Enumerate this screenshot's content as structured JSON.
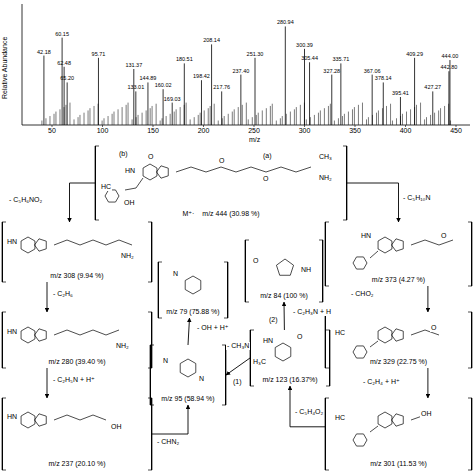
{
  "diagram": {
    "nodes": [
      {
        "text": [
          "M⁺·",
          "m/z 444 (30.98 %)"
        ]
      },
      {
        "text": [
          "m/z 308 (9.94 %)"
        ]
      },
      {
        "text": [
          "m/z 373 (4.27 %)"
        ]
      },
      {
        "text": [
          "m/z 280 (39.40 %)"
        ]
      },
      {
        "text": [
          "m/z 329 (22.75 %)"
        ]
      },
      {
        "text": [
          "m/z 237 (20.10 %)"
        ]
      },
      {
        "text": [
          "m/z 301 (11.53 %)"
        ]
      },
      {
        "text": [
          "m/z 123 (16.37%)"
        ]
      },
      {
        "text": [
          "m/z 84 (100 %)"
        ]
      },
      {
        "text": [
          "m/z 95 (58.94 %)"
        ]
      },
      {
        "text": [
          "m/z 79 (75.88 %)"
        ]
      }
    ],
    "edges": [
      {
        "from": 0,
        "to": 1,
        "arrow": "to",
        "label": "- C₅H₆NO₂"
      },
      {
        "from": 0,
        "to": 2,
        "arrow": "to",
        "label": "- C₅H₁₀N"
      },
      {
        "from": 1,
        "to": 3,
        "arrow": "to",
        "label": "- C₂H₆"
      },
      {
        "from": 2,
        "to": 4,
        "arrow": "to",
        "label": "- CHO₂"
      },
      {
        "from": 3,
        "to": 5,
        "arrow": "to",
        "label": "- C₂H₅N + H⁺"
      },
      {
        "from": 4,
        "to": 6,
        "arrow": "to",
        "label": "- C₂H₄ + H⁺"
      },
      {
        "from": 6,
        "to": 7,
        "arrow": "to",
        "label": "- C₅H₄O₂"
      },
      {
        "from": 7,
        "to": 8,
        "arrow": "to",
        "label": "- C₂H₃N + H"
      },
      {
        "from": 7,
        "to": 9,
        "arrow": "to",
        "label": "- CH₃N"
      },
      {
        "from": 9,
        "to": 10,
        "arrow": "to",
        "label": "- OH + H⁺"
      },
      {
        "from": 5,
        "to": 9,
        "arrow": "to",
        "label": "- CHN₂"
      }
    ],
    "labels": [
      "Relative Abundance",
      "m/z",
      "50",
      "100",
      "150",
      "200",
      "250",
      "300",
      "350",
      "400",
      "450",
      "42.18",
      "60.15",
      "62.48",
      "65.20",
      "95.71",
      "131.37",
      "133.01",
      "144.89",
      "160.02",
      "169.03",
      "180.51",
      "198.42",
      "208.14",
      "217.76",
      "237.40",
      "251.30",
      "280.94",
      "300.39",
      "305.44",
      "327.28",
      "335.71",
      "367.06",
      "378.14",
      "395.41",
      "409.29",
      "427.27",
      "442.80",
      "444.00",
      "(a)",
      "(b)",
      "(1)",
      "(2)",
      "O",
      "HN",
      "O",
      "O",
      "CH₃",
      "NH₂",
      "HC",
      "OH",
      "HN",
      "NH₂",
      "HN",
      "O",
      "HN",
      "NH₂",
      "HC",
      "O",
      "HN",
      "OH",
      "HC",
      "OH",
      "HN",
      "O",
      "H₃C",
      "O",
      "NH",
      "N",
      "N",
      "N"
    ]
  }
}
